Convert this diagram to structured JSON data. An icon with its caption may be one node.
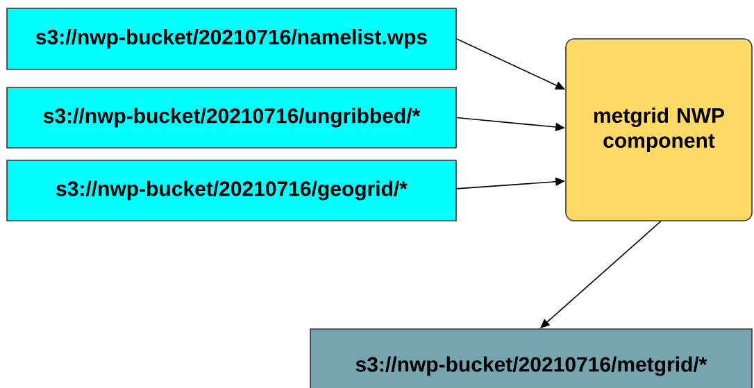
{
  "diagram": {
    "nodes": [
      {
        "text": [
          "s3://nwp-bucket/20210716/namelist.wps"
        ]
      },
      {
        "text": [
          "s3://nwp-bucket/20210716/ungribbed/*"
        ]
      },
      {
        "text": [
          "s3://nwp-bucket/20210716/geogrid/*"
        ]
      },
      {
        "text": [
          "metgrid NWP component"
        ]
      },
      {
        "text": [
          "s3://nwp-bucket/20210716/metgrid/*"
        ]
      }
    ],
    "edges": [
      {
        "from": 0,
        "to": 3,
        "arrow": "to"
      },
      {
        "from": 1,
        "to": 3,
        "arrow": "to"
      },
      {
        "from": 2,
        "to": 3,
        "arrow": "to"
      },
      {
        "from": 3,
        "to": 4,
        "arrow": "to"
      }
    ]
  }
}
